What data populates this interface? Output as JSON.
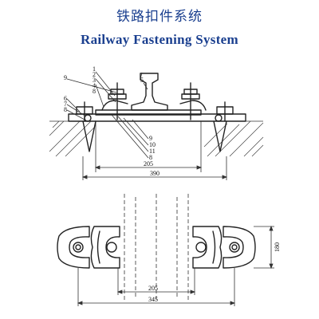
{
  "header": {
    "title_cn": "铁路扣件系统",
    "title_en": "Railway Fastening System"
  },
  "section_view": {
    "callouts_left": [
      "9",
      "1",
      "2",
      "3",
      "4",
      "8"
    ],
    "callouts_left_lower": [
      "6",
      "7",
      "8"
    ],
    "callout_rail": "5",
    "callouts_center": [
      "9",
      "10",
      "11",
      "8"
    ],
    "dim_inner": "205",
    "dim_outer": "390"
  },
  "plan_view": {
    "dim_inner": "205",
    "dim_outer": "345",
    "dim_side": "180"
  }
}
